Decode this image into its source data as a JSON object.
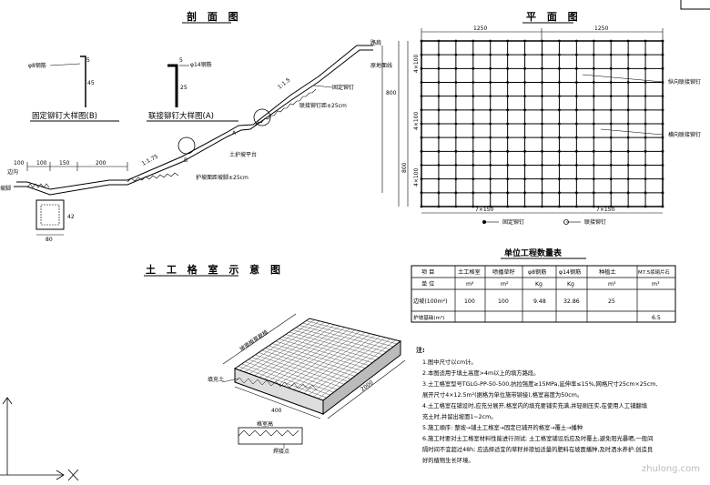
{
  "titles": {
    "section": "剖 面 图",
    "plan": "平 面 图",
    "cell": "土 工 格 室 示 意 图",
    "quantity": "单位工程数量表",
    "detail_b": "固定铆钉大样图(B)",
    "detail_a": "联接铆钉大样图(A)"
  },
  "detail_b": {
    "dim_top": "5",
    "dim_side": "45",
    "note": "φ8钢筋"
  },
  "detail_a": {
    "dim_top": "5",
    "note": "φ14钢筋",
    "dim_side": "25"
  },
  "section": {
    "labels": {
      "road": "路肩",
      "road_surface": "原地面线",
      "anchor": "固定铆钉",
      "anchor_depth": "联接铆钉距±25cm",
      "slope": "1:1.5",
      "slope2": "1:1.75",
      "berm": "土护坡平台",
      "berm_note": "护坡面距坡脚±25cm",
      "ditch": "边沟",
      "foot": "坡脚",
      "circle_a": "A",
      "circle_b": "B"
    },
    "dims": [
      "100",
      "100",
      "150",
      "200",
      "800",
      "80",
      "42"
    ]
  },
  "plan": {
    "width_dim": "1250",
    "width_dim2": "1250",
    "sub_dim_left": "7×150",
    "sub_dim_right": "7×150",
    "height_dims": [
      "4×100",
      "4×100",
      "4×100"
    ],
    "side_dim": "800",
    "callout1": "纵向联接铆钉",
    "callout2": "横向联接铆钉",
    "legend_fixed": "固定铆钉",
    "legend_link": "联接铆钉"
  },
  "cell": {
    "label_grass": "坡面植草栽植",
    "label_fill": "填充土",
    "label_dim": "2000",
    "label_w": "400",
    "label_cell": "格室高",
    "label_side": "格室高",
    "label_weld": "焊接点"
  },
  "quantity_table": {
    "headers": [
      "项 目",
      "土工格室",
      "喷播草籽",
      "φ8钢筋",
      "φ14钢筋",
      "种植土",
      "M7.5浆砌片石"
    ],
    "unit_row": [
      "单 位",
      "m²",
      "m²",
      "Kg",
      "Kg",
      "m³",
      "m³"
    ],
    "rows": [
      [
        "边坡(100m²)",
        "100",
        "100",
        "9.48",
        "32.86",
        "25",
        ""
      ],
      [
        "护坡基础(m³)",
        "",
        "",
        "",
        "",
        "",
        "6.5"
      ]
    ]
  },
  "notes": {
    "heading": "注:",
    "items": [
      "1.图中尺寸以cm计。",
      "2.本图适用于填土高度>4m以上的填方路段。",
      "3.土工格室型号TGLG-PP-50-500,抗拉强度≥15MPa,延伸率≤15%,网格尺寸25cm×25cm,",
      "   展开尺寸4×12.5m²(据格为单位施带铆接),格室高度为50cm。",
      "4.土工格室在铺设时,应充分展开,格室内的填充要铺实充满,并轻刷压实,在使用人工铺翻填",
      "   充土时,并留出坡面1~2cm。",
      "5.施工顺序: 整坡→铺土工格室→固定已铺开的格室→覆土→播种",
      "6.施工时要对土工格室材料性能进行测试; 土工格室铺设后应及时覆土,避免阳光暴晒,一般间",
      "   隔时间不宜超过48h; 应选择适宜的草籽并掺加适量的肥料在坡面播种,及时洒水养护,创造良",
      "   好的植物生长环境。"
    ]
  },
  "watermark": "zhulong.com"
}
